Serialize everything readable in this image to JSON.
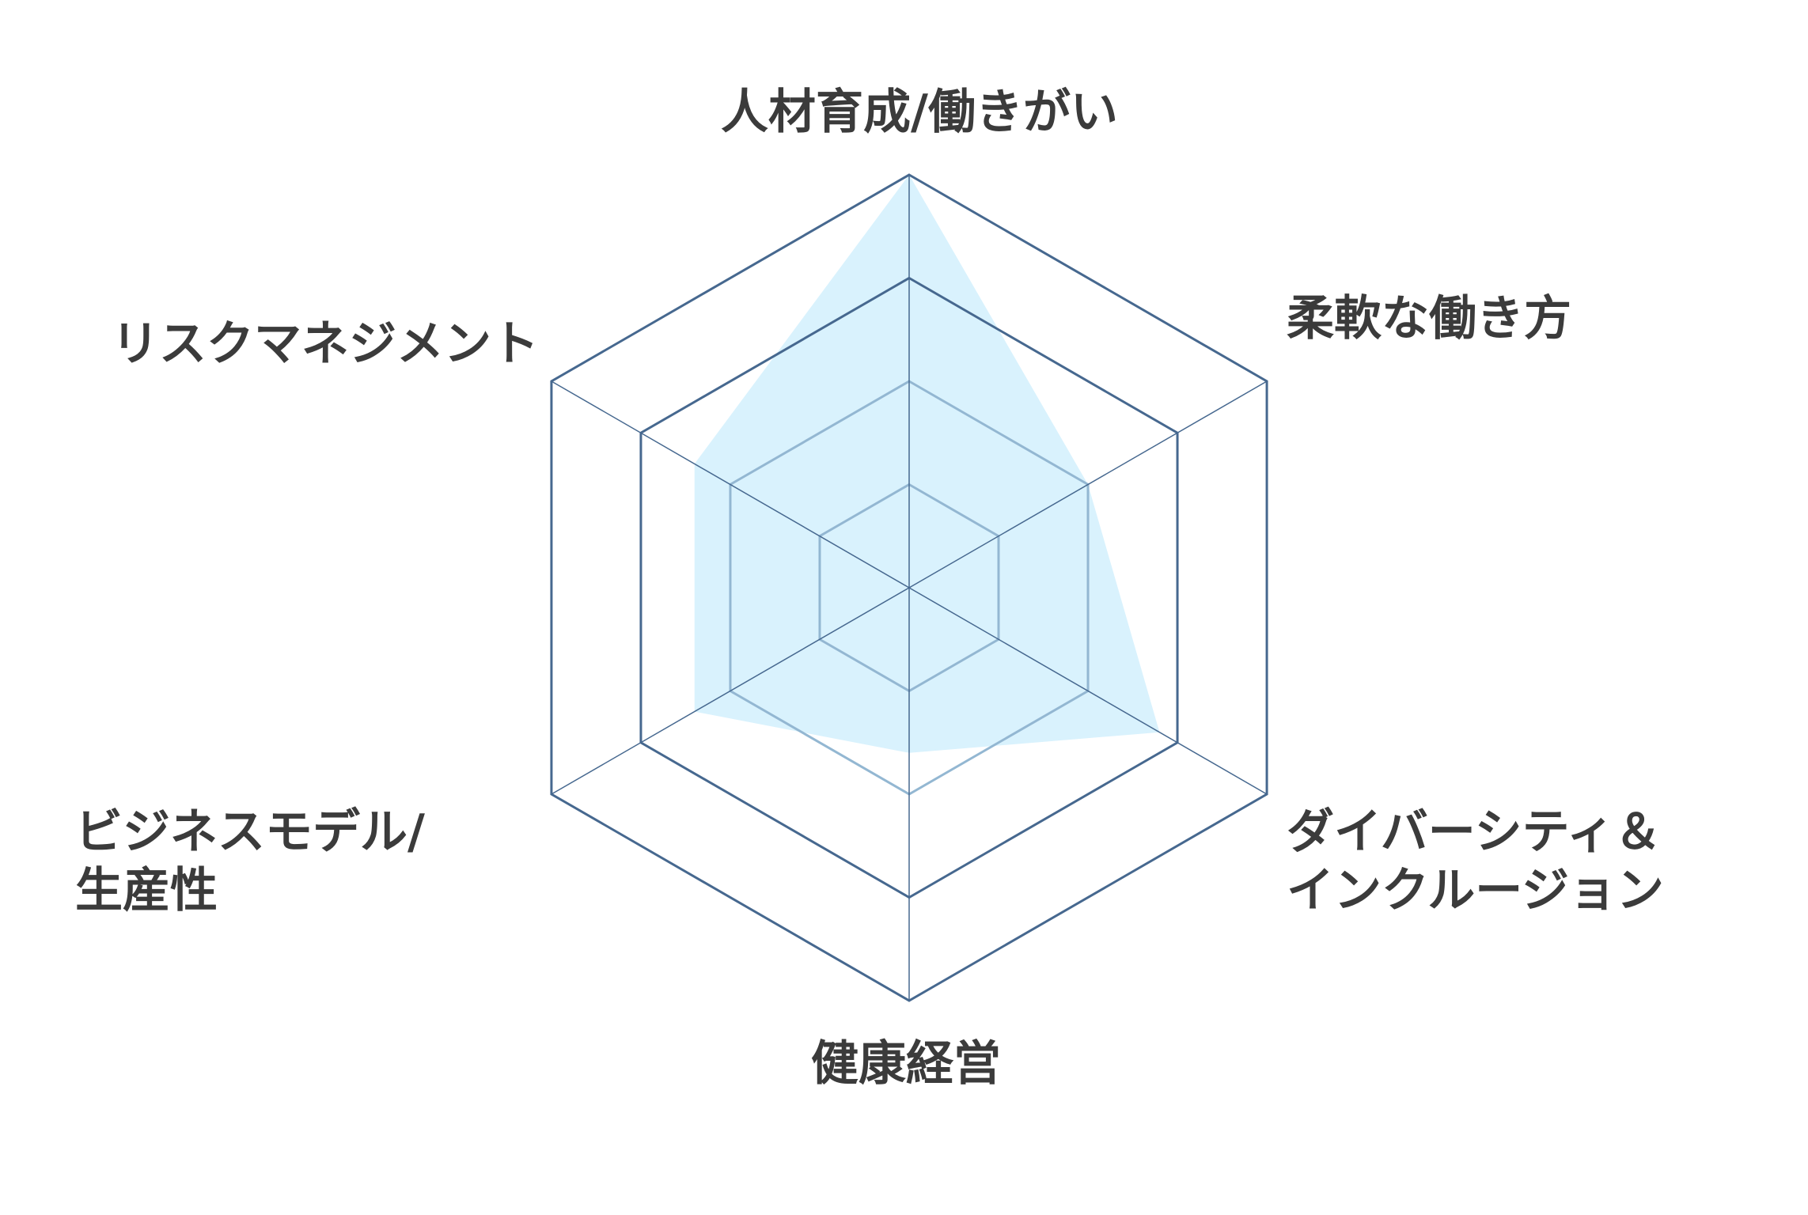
{
  "chart_data": {
    "type": "radar",
    "title": "",
    "categories": [
      "人材育成/働きがい",
      "柔軟な働き方",
      "ダイバーシティ＆インクルージョン",
      "健康経営",
      "ビジネスモデル/生産性",
      "リスクマネジメント"
    ],
    "label_lines": [
      [
        "人材育成/働きがい"
      ],
      [
        "柔軟な働き方"
      ],
      [
        "ダイバーシティ＆",
        "インクルージョン"
      ],
      [
        "健康経営"
      ],
      [
        "ビジネスモデル/",
        "生産性"
      ],
      [
        "リスクマネジメント"
      ]
    ],
    "values": [
      100,
      50,
      70,
      40,
      60,
      60
    ],
    "range": [
      0,
      100
    ],
    "rings": 4,
    "grid": true,
    "legend": "none",
    "colors": {
      "fill": "#d9f2fd",
      "outer_grid": "#46688f",
      "inner_grid": "#93b7d2",
      "spoke": "#46688f",
      "text": "#3b3b3b"
    }
  }
}
